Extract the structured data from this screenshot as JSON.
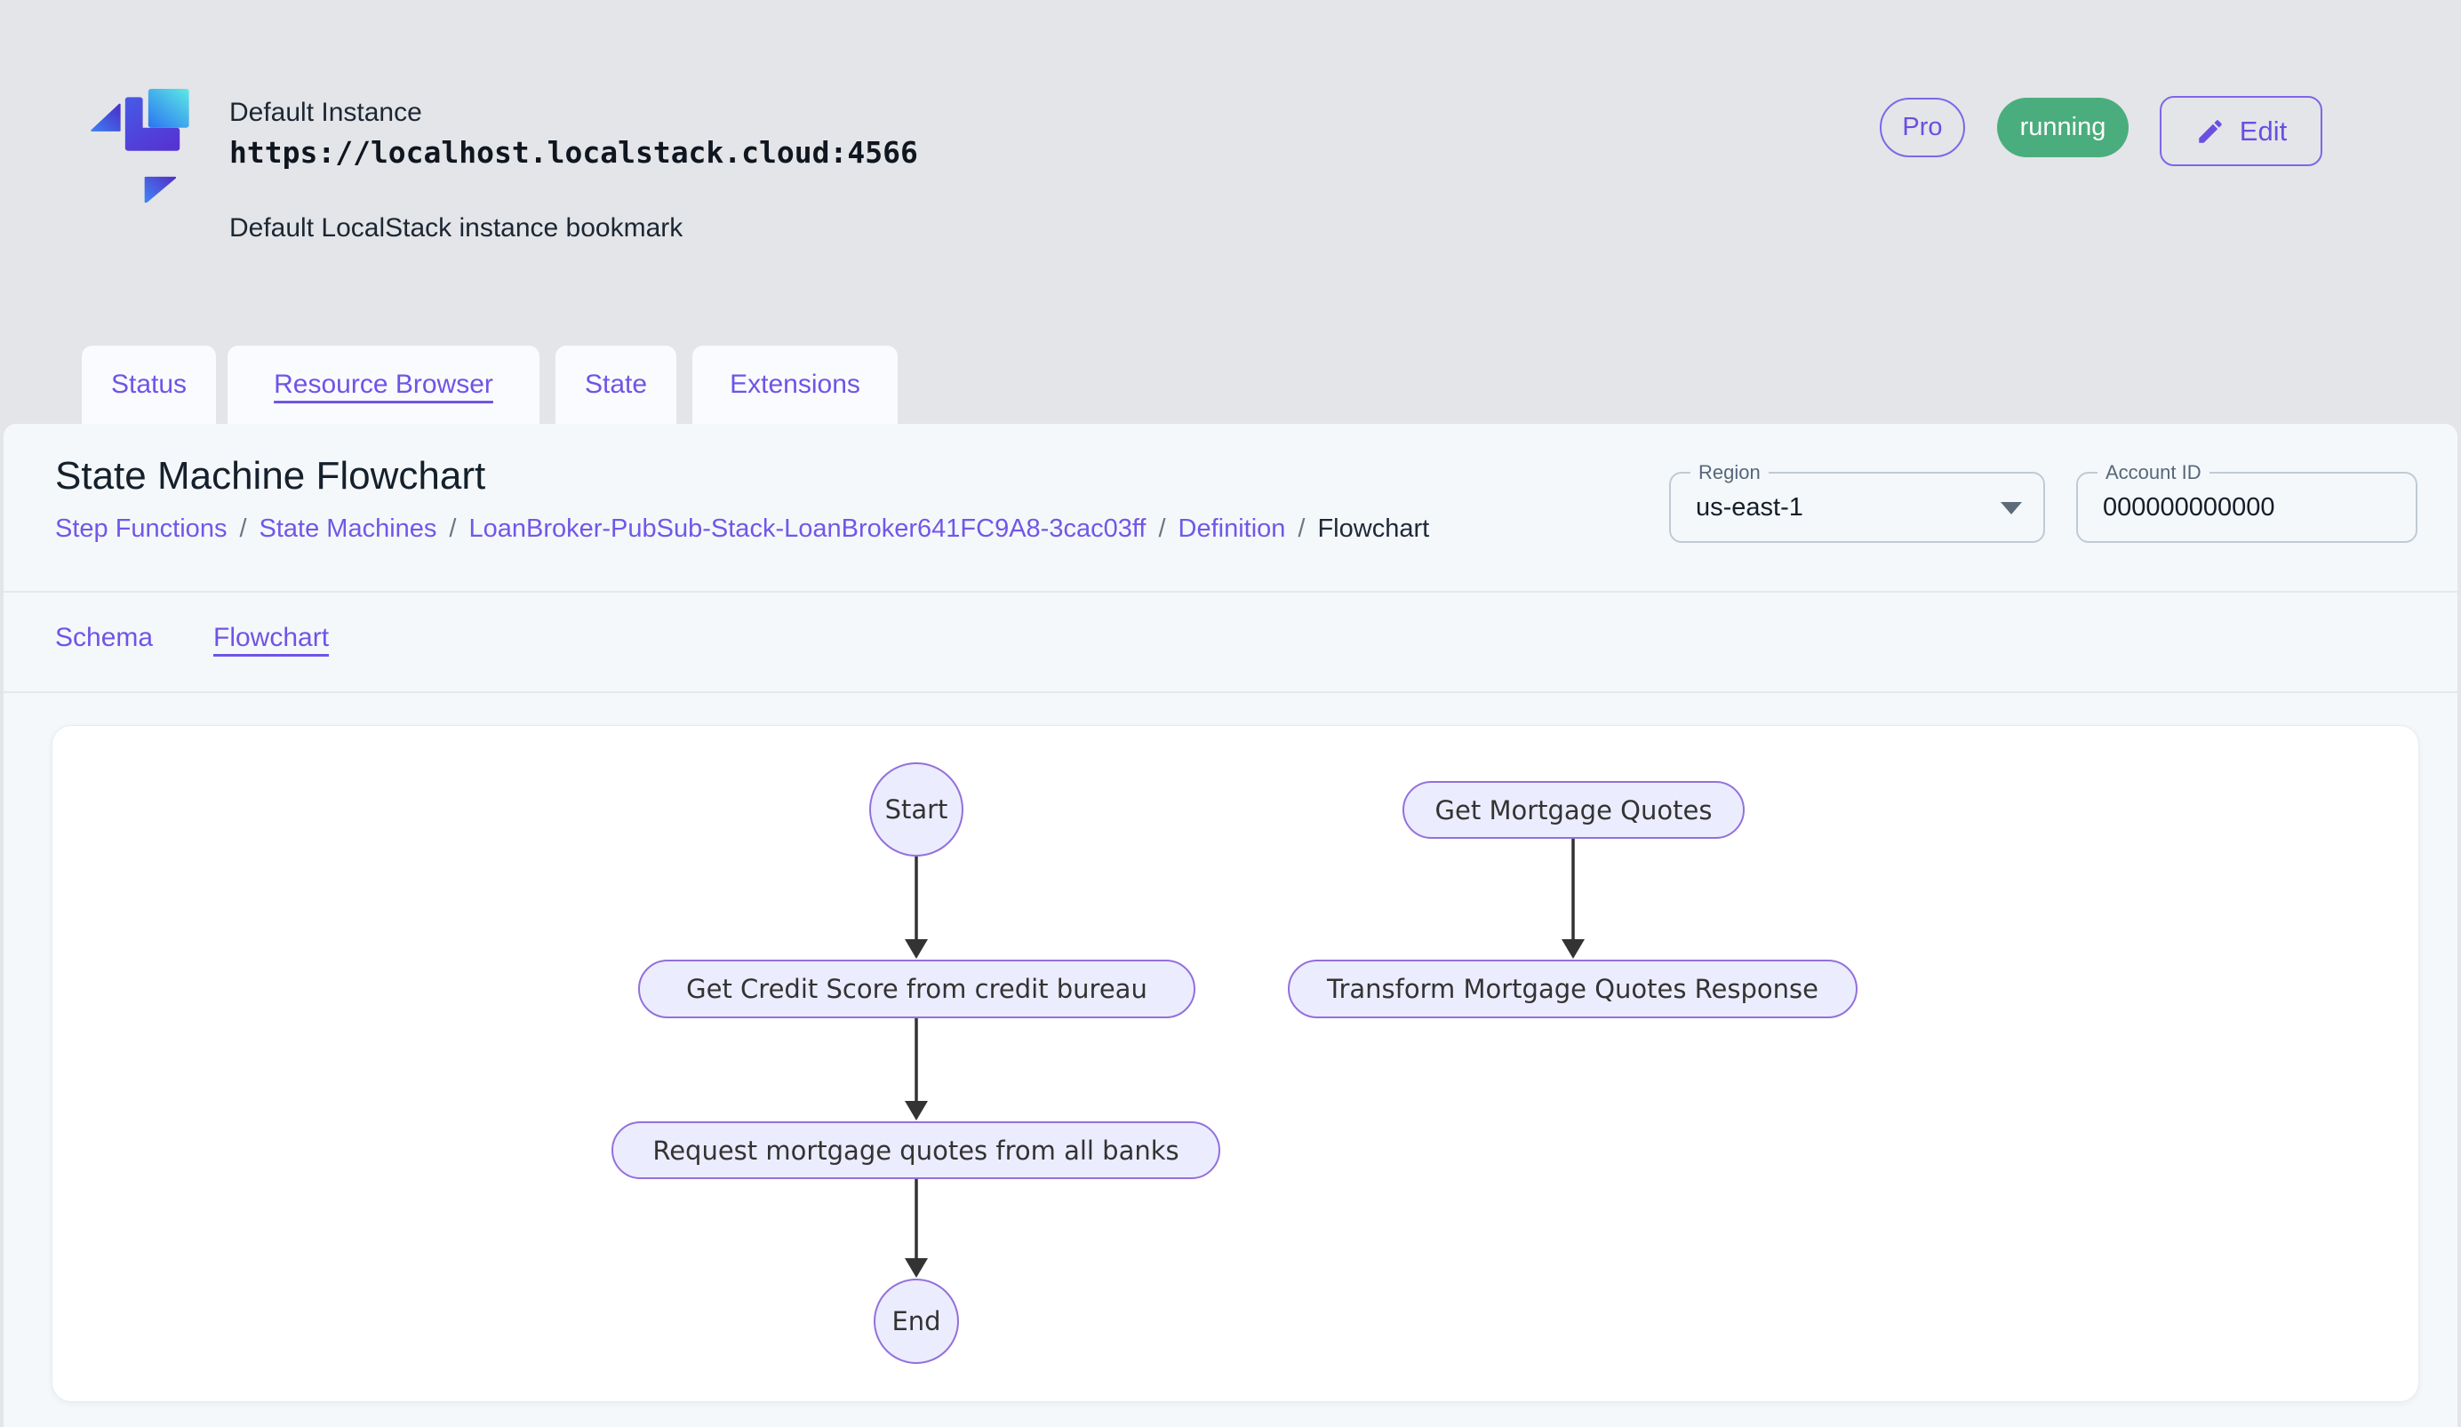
{
  "colors": {
    "accent_purple": "#6f54e6",
    "badge_green": "#4aad7d",
    "node_fill": "#ECECFF",
    "node_border": "#9370DB",
    "edge": "#333333"
  },
  "header": {
    "instance_name": "Default Instance",
    "endpoint_url": "https://localhost.localstack.cloud:4566",
    "description": "Default LocalStack instance bookmark",
    "pro_badge": "Pro",
    "status_badge": "running",
    "edit_button": "Edit"
  },
  "tabs": [
    {
      "label": "Status",
      "active": false
    },
    {
      "label": "Resource Browser",
      "active": true
    },
    {
      "label": "State",
      "active": false
    },
    {
      "label": "Extensions",
      "active": false
    }
  ],
  "page": {
    "title": "State Machine Flowchart",
    "breadcrumb": [
      {
        "label": "Step Functions"
      },
      {
        "label": "State Machines"
      },
      {
        "label": "LoanBroker-PubSub-Stack-LoanBroker641FC9A8-3cac03ff"
      },
      {
        "label": "Definition"
      },
      {
        "label": "Flowchart"
      }
    ],
    "region": {
      "label": "Region",
      "value": "us-east-1"
    },
    "account": {
      "label": "Account ID",
      "value": "000000000000"
    }
  },
  "subtabs": [
    {
      "label": "Schema",
      "active": false
    },
    {
      "label": "Flowchart",
      "active": true
    }
  ],
  "flowchart": {
    "nodes": [
      {
        "id": "start",
        "label": "Start",
        "shape": "circle"
      },
      {
        "id": "get-credit-score",
        "label": "Get Credit Score from credit bureau",
        "shape": "pill"
      },
      {
        "id": "request-quotes",
        "label": "Request mortgage quotes from all banks",
        "shape": "pill"
      },
      {
        "id": "end",
        "label": "End",
        "shape": "circle"
      },
      {
        "id": "get-mortgage-quotes",
        "label": "Get Mortgage Quotes",
        "shape": "pill"
      },
      {
        "id": "transform-response",
        "label": "Transform Mortgage Quotes Response",
        "shape": "pill"
      }
    ],
    "edges": [
      {
        "from": "start",
        "to": "get-credit-score"
      },
      {
        "from": "get-credit-score",
        "to": "request-quotes"
      },
      {
        "from": "request-quotes",
        "to": "end"
      },
      {
        "from": "get-mortgage-quotes",
        "to": "transform-response"
      }
    ]
  }
}
